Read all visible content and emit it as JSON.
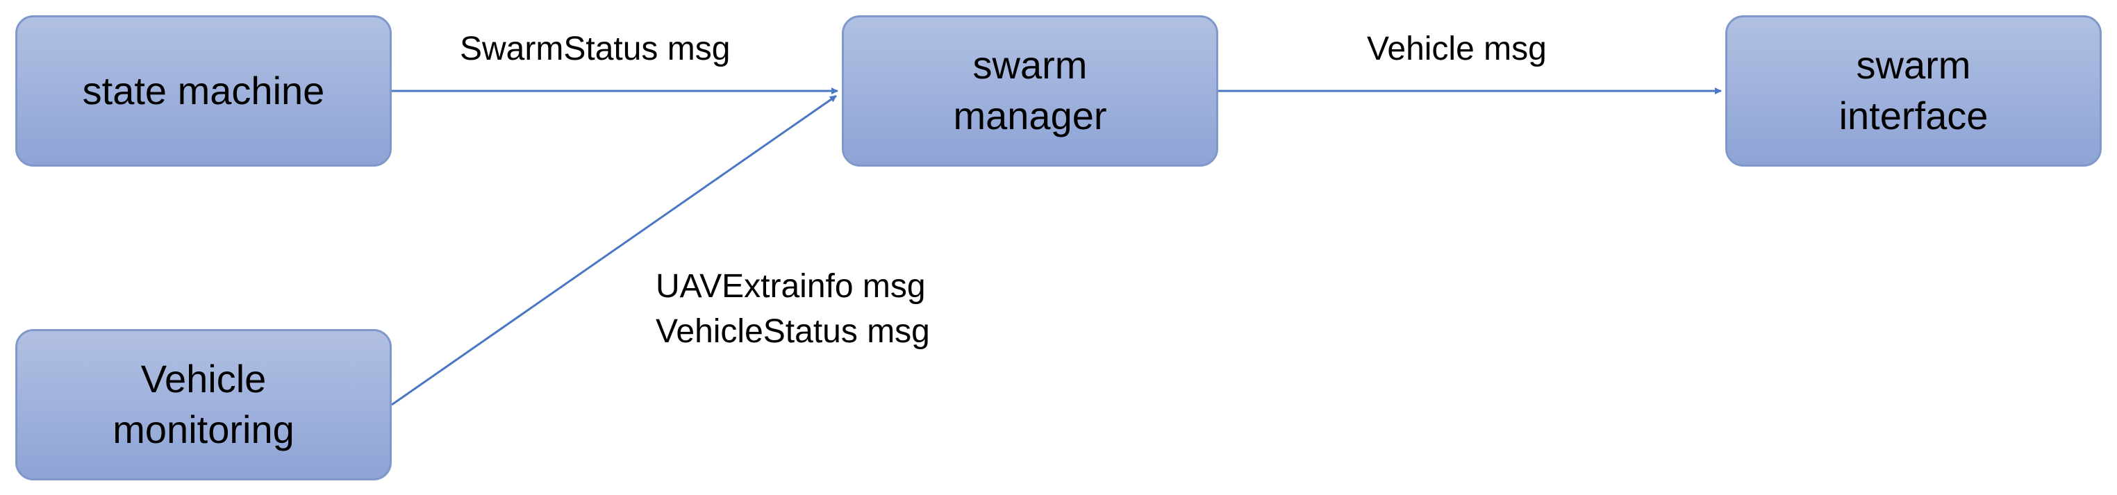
{
  "nodes": {
    "state_machine": "state machine",
    "vehicle_monitoring": "Vehicle\nmonitoring",
    "swarm_manager": "swarm\nmanager",
    "swarm_interface": "swarm\ninterface"
  },
  "edges": {
    "swarmstatus": "SwarmStatus msg",
    "vehicle": "Vehicle msg",
    "uavextrainfo": "UAVExtrainfo msg",
    "vehiclestatus": "VehicleStatus msg"
  },
  "colors": {
    "node_fill_top": "#b1c0e2",
    "node_fill_bottom": "#8ea4d6",
    "node_border": "#7f98c9",
    "arrow": "#4a77c4"
  }
}
